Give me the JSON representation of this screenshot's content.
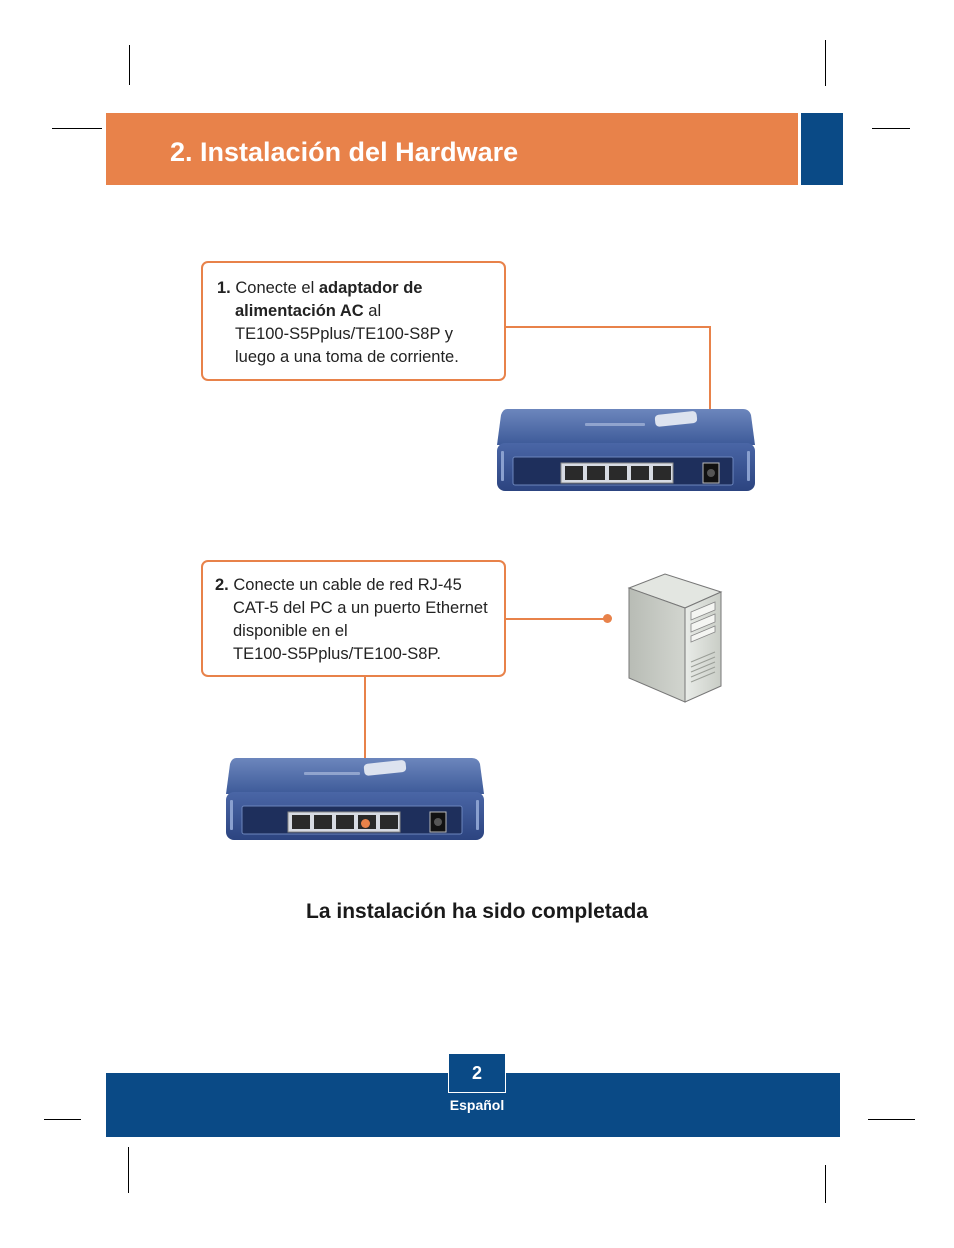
{
  "header": {
    "title": "2. Instalación del Hardware",
    "bar_color": "#e8824a",
    "accent_color": "#0a4a86"
  },
  "steps": [
    {
      "number": "1.",
      "text_1": "Conecte el",
      "bold_1": "adaptador de",
      "bold_2": "alimentación AC",
      "text_2": "al",
      "line_3": "TE100-S5Pplus/TE100-S8P y",
      "line_4": "luego a una toma de corriente."
    },
    {
      "number": "2.",
      "line_1": "Conecte un cable de red RJ-45",
      "line_2": "CAT-5 del PC a un puerto Ethernet",
      "line_3": "disponible en el",
      "line_4": "TE100-S5Pplus/TE100-S8P."
    }
  ],
  "completion_message": "La instalación ha sido completada",
  "footer": {
    "page_number": "2",
    "language": "Español",
    "bar_color": "#0a4a86"
  },
  "icons": [
    "network-switch-icon",
    "power-jack-icon",
    "desktop-pc-tower-icon",
    "ethernet-port-icon"
  ]
}
